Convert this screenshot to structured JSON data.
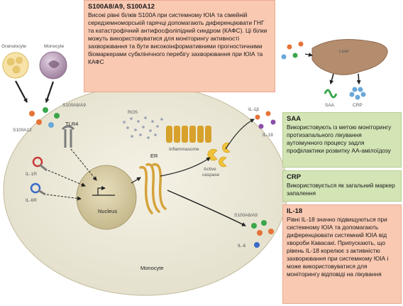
{
  "cells": {
    "granulocyte": "Granulocyte",
    "monocyte_small": "Monocyte",
    "monocyte_big": "Monocyte",
    "nucleus": "Nucleus",
    "er": "ER",
    "ros": "ROS",
    "inflammasome": "Inflammasome",
    "active_caspase": "Active\ncaspase",
    "liver": "Liver"
  },
  "labels": {
    "s100a8a9_top": "S100A8/A9",
    "s100a12": "S100A12",
    "tlr4": "TLR4",
    "il1r": "IL-1R",
    "il6r": "IL-6R",
    "il1b": "IL-1β",
    "il18": "IL-18",
    "saa": "SAA",
    "crp": "CRP",
    "s100a8a9_out": "S100A8/A9",
    "il6": "IL-6"
  },
  "boxes": {
    "top": {
      "title": "S100A8/A9, S100A12",
      "text": "Високі рівні білків S100A при системному ЮІА та сімейній середземноморській гарячці допомагають диференціювати ГНГ та катастрофічний антифосфоліпідний синдром (КАФС). Ці білки можуть використовуватися для моніторингу активності захворювання та бути високоінформативними прогностичними біомаркерами субклінічного перебігу захворювання при ЮІА та КАФС"
    },
    "saa": {
      "title": "SAA",
      "text": "Використовують із метою моніторингу протизапального лікування аутоімунного процесу задля профілактики розвитку АА-амілоїдозу"
    },
    "crp": {
      "title": "CRP",
      "text": "Використовується як загальний маркер запалення"
    },
    "il18": {
      "title": "IL-18",
      "text": "Рівні IL-18 значно підвищуються при системному ЮІА та допомагають диференціювати системний ЮІА від хвороби Кавасакі. Припускають, що рівень IL-18 корелює з активністю захворювання при системному ЮІА і може використовуватися для моніторингу відповіді на лікування"
    }
  },
  "colors": {
    "box_pink": "#f9c9b2",
    "box_green": "#d3e4b5",
    "cell_fill": "#eeeadb",
    "nucleus_fill": "#d8cea6",
    "liver": "#b48c6e",
    "il18_dot": "#8b4fa8",
    "saa": "#3aa64a",
    "crp": "#6aa8d8"
  }
}
